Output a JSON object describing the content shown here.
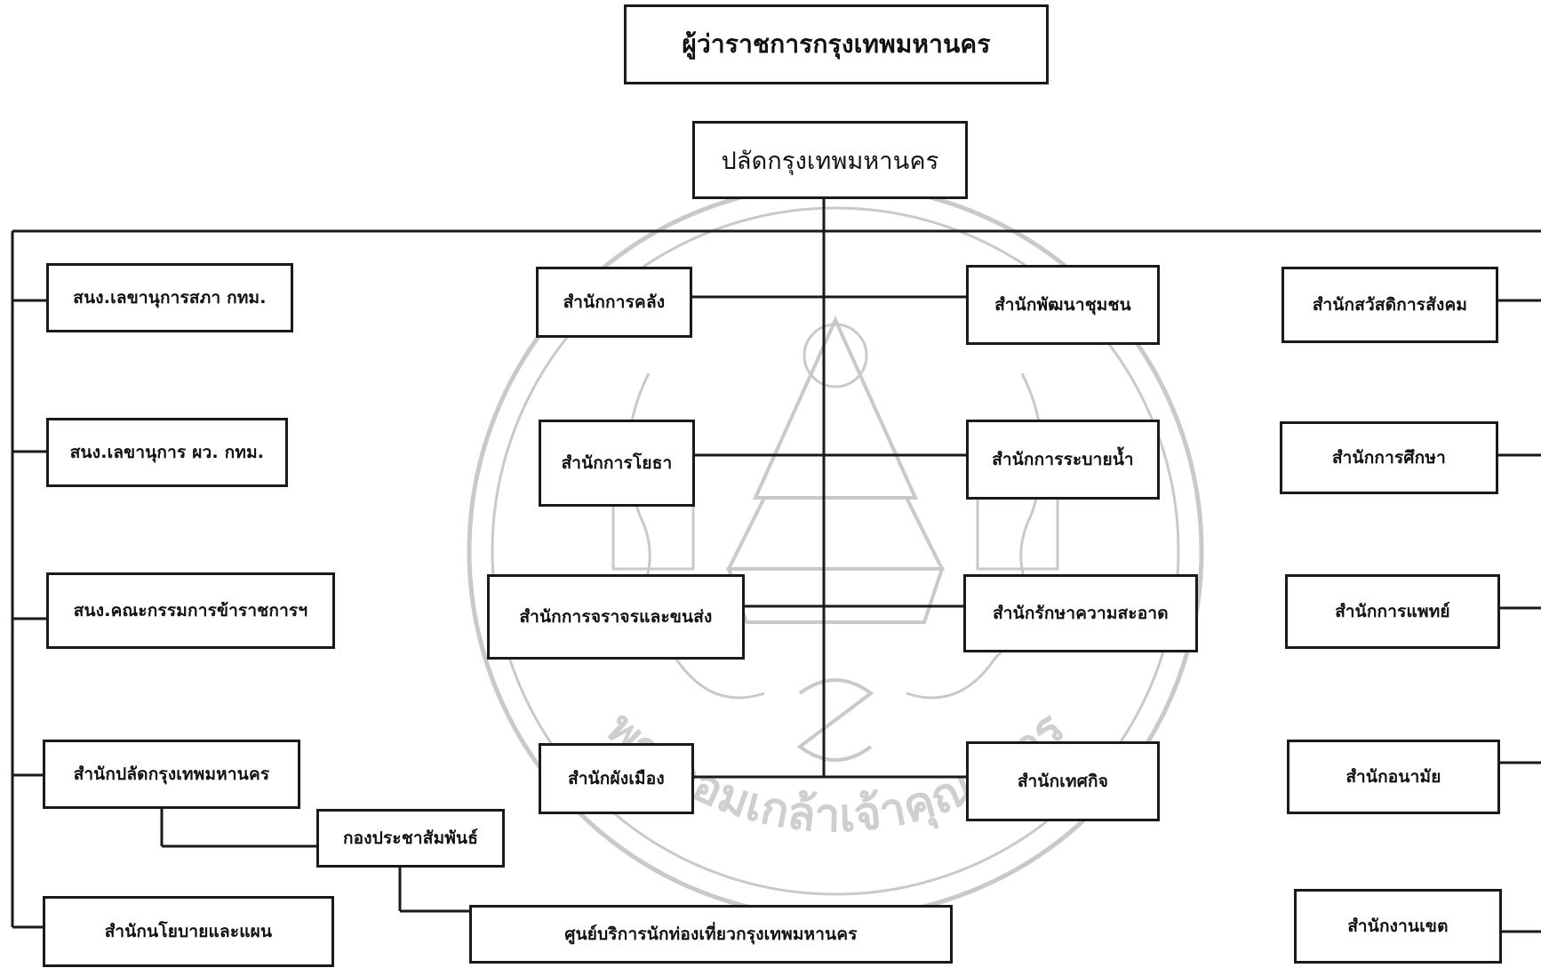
{
  "top": "ผู้ว่าราชการกรุงเทพมหานคร",
  "second": "ปลัดกรุงเทพมหานคร",
  "left_column": [
    "สนง.เลขานุการสภา กทม.",
    "สนง.เลขานุการ ผว. กทม.",
    "สนง.คณะกรรมการข้าราชการฯ",
    "สำนักปลัดกรุงเทพมหานคร",
    "สำนักนโยบายและแผน"
  ],
  "sub_units": [
    "กองประชาสัมพันธ์",
    "ศูนย์บริการนักท่องเที่ยวกรุงเทพมหานคร"
  ],
  "center_left": [
    "สำนักการคลัง",
    "สำนักการโยธา",
    "สำนักการจราจรและขนส่ง",
    "สำนักผังเมือง"
  ],
  "center_right": [
    "สำนักพัฒนาชุมชน",
    "สำนักการระบายน้ำ",
    "สำนักรักษาความสะอาด",
    "สำนักเทศกิจ"
  ],
  "right_column": [
    "สำนักสวัสดิการสังคม",
    "สำนักการศึกษา",
    "สำนักการแพทย์",
    "สำนักอนามัย",
    "สำนักงานเขต"
  ],
  "watermark_text": "พระจอมเกล้าเจ้าคุณทหาร",
  "colors": {
    "line": "#1a1a1a",
    "watermark": "#c9c9c9"
  }
}
